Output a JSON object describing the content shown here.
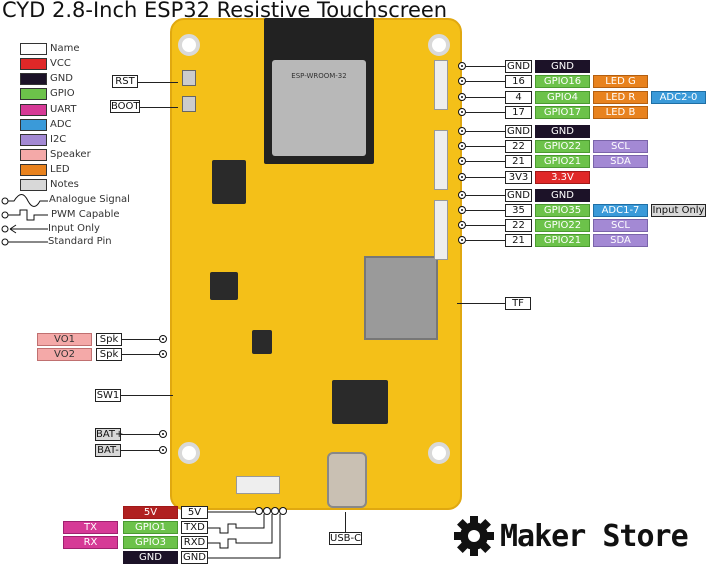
{
  "title": "CYD 2.8-Inch ESP32 Resistive Touchscreen",
  "legend": {
    "colors": [
      {
        "label": "Name",
        "color": "#ffffff"
      },
      {
        "label": "VCC",
        "color": "#e02828"
      },
      {
        "label": "GND",
        "color": "#1c1228"
      },
      {
        "label": "GPIO",
        "color": "#6cc24a"
      },
      {
        "label": "UART",
        "color": "#d63a96"
      },
      {
        "label": "ADC",
        "color": "#3a9ad9"
      },
      {
        "label": "I2C",
        "color": "#a389d4"
      },
      {
        "label": "Speaker",
        "color": "#f4a9a8"
      },
      {
        "label": "LED",
        "color": "#e8821e"
      },
      {
        "label": "Notes",
        "color": "#d8d8d8"
      }
    ],
    "signals": [
      "Analogue Signal",
      "PWM Capable",
      "Input Only",
      "Standard Pin"
    ]
  },
  "buttons": {
    "rst": "RST",
    "boot": "BOOT",
    "sw1": "SW1"
  },
  "module": {
    "name": "ESP-WROOM-32"
  },
  "right_pins": [
    [
      "GND",
      "GND"
    ],
    [
      "16",
      "GPIO16",
      "LED G"
    ],
    [
      "4",
      "GPIO4",
      "LED R",
      "ADC2-0"
    ],
    [
      "17",
      "GPIO17",
      "LED B"
    ],
    [
      "GND",
      "GND"
    ],
    [
      "22",
      "GPIO22",
      "SCL"
    ],
    [
      "21",
      "GPIO21",
      "SDA"
    ],
    [
      "3V3",
      "3.3V"
    ],
    [
      "GND",
      "GND"
    ],
    [
      "35",
      "GPIO35",
      "ADC1-7",
      "Input Only"
    ],
    [
      "22",
      "GPIO22",
      "SCL"
    ],
    [
      "21",
      "GPIO21",
      "SDA"
    ]
  ],
  "tf": "TF",
  "speaker": [
    {
      "name": "VO1",
      "type": "Spk"
    },
    {
      "name": "VO2",
      "type": "Spk"
    }
  ],
  "battery": [
    "BAT+",
    "BAT-"
  ],
  "uart_pins": [
    {
      "pin": "5V",
      "func": "5V"
    },
    {
      "pin": "TXD",
      "func": "GPIO1",
      "uart": "TX"
    },
    {
      "pin": "RXD",
      "func": "GPIO3",
      "uart": "RX"
    },
    {
      "pin": "GND",
      "func": "GND"
    }
  ],
  "usb": "USB-C",
  "brand": "Maker Store"
}
